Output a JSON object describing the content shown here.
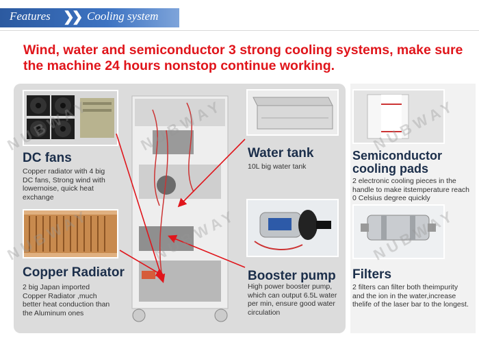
{
  "header": {
    "tab1": "Features",
    "chevrons": "❯❯",
    "tab2": "Cooling system"
  },
  "headline": "Wind, water and semiconductor 3 strong cooling systems, make sure the machine 24 hours nonstop continue working.",
  "features": {
    "dc_fans": {
      "title": "DC fans",
      "desc": "Copper radiator with 4 big DC fans, Strong wind with lowernoise, quick heat exchange"
    },
    "water_tank": {
      "title": "Water tank",
      "desc": "10L big water tank"
    },
    "copper_radiator": {
      "title": "Copper Radiator",
      "desc": "2 big Japan imported Copper Radiator ,much better heat conduction than the Aluminum ones"
    },
    "booster_pump": {
      "title": "Booster pump",
      "desc": "High power booster pump, which can output 6.5L water per min, ensure good water circulation"
    },
    "semiconductor": {
      "title": "Semiconductor cooling pads",
      "desc": "2 electronic cooling pieces in the handle to make itstemperature reach 0 Celsius degree quickly"
    },
    "filters": {
      "title": "Filters",
      "desc": "2 filters can filter both theimpurity and the ion in the water,increase thelife of the laser bar to the longest."
    }
  },
  "colors": {
    "headline": "#e0151b",
    "header_bar": "#2c5aa0",
    "title": "#1b2e4a",
    "arrow": "#e0151b"
  }
}
